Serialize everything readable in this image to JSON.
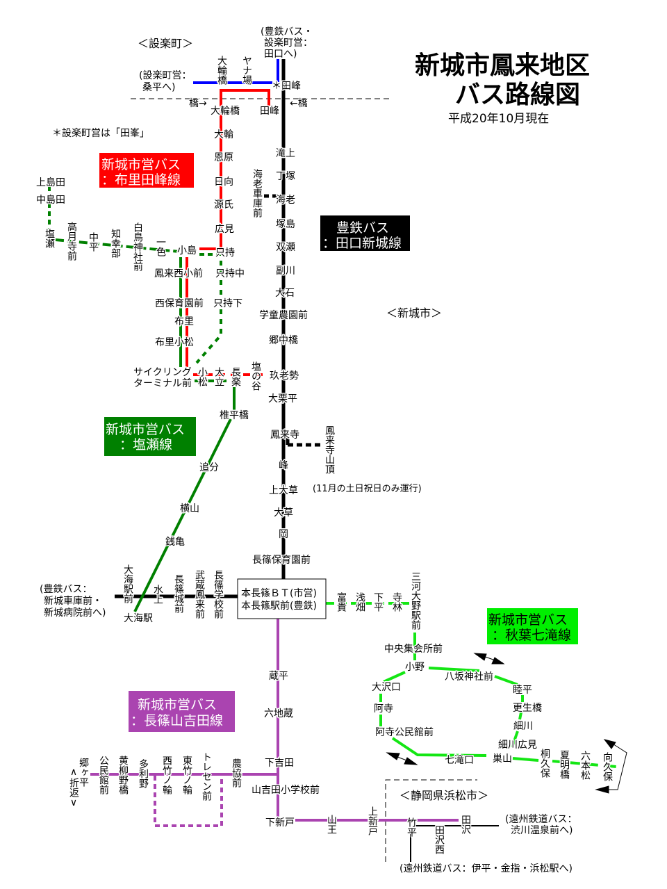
{
  "title": {
    "line1": "新城市鳳来地区",
    "line2": "バス路線図",
    "date": "平成20年10月現在"
  },
  "routes": {
    "nunori": {
      "line1": "新城市営バス",
      "line2": "：布里田峰線",
      "color": "#ff0000"
    },
    "toyotetsu": {
      "line1": "豊鉄バス",
      "line2": "：田口新城線",
      "color": "#000000"
    },
    "shiose": {
      "line1": "新城市営バス",
      "line2": "：塩瀬線",
      "color": "#008000"
    },
    "akiba": {
      "line1": "新城市営バス",
      "line2": "：秋葉七滝線",
      "color": "#00ee00"
    },
    "nagashino": {
      "line1": "新城市営バス",
      "line2": "：長篠山吉田線",
      "color": "#aa44b0"
    },
    "shitara": {
      "color": "#0000ff"
    }
  },
  "hub": {
    "line1": "本長篠ＢＴ(市営)",
    "line2": "本長篠駅前(豊鉄)"
  },
  "labels": {
    "shitara_town": "＜設楽町＞",
    "shinshiro_city": "＜新城市＞",
    "hamamatsu": "＜静岡県浜松市＞",
    "to_kuwahira1": "(設楽町営：",
    "to_kuwahira2": "桑平へ)",
    "to_taguchi1": "(豊鉄バス・",
    "to_taguchi2": "設楽町営：",
    "to_taguchi3": "田口へ)",
    "tamine_top": "＊田峰",
    "bridge_l": "橋→",
    "bridge_r": "←橋",
    "owabashi": "大輪橋",
    "tamine": "田峰",
    "note_tamine": "＊設楽町営は「田峯」",
    "owabashi_v": "大輪橋",
    "yanaba": "ヤナ場",
    "owa": "大輪",
    "onbara": "恩原",
    "hinata": "日向",
    "genji": "源氏",
    "hiromi": "広見",
    "takiue": "滝上",
    "chozuka": "丁塚",
    "ebi": "海老",
    "tsukajima": "塚島",
    "narase": "双瀬",
    "soegawa": "副川",
    "oishi": "大石",
    "gakudo": "学童農園前",
    "gochubashi": "郷中橋",
    "ebi_garage": "海老車庫前",
    "kamishimada": "上島田",
    "nakashimada": "中島田",
    "shiose": "塩瀬",
    "kozukiji": "高月寺前",
    "nakadaira": "中平",
    "chikobe": "知幸部",
    "shiratori": "白鳥神社前",
    "isshiki": "一色",
    "kojima": "小島",
    "tadamochi": "只持",
    "horainishi": "鳳来西小前",
    "tadamochi_naka": "只持中",
    "nishihoiku": "西保育園前",
    "tadamochi_shimo": "只持下",
    "nunori": "布里",
    "nunori_komatsu": "布里小松",
    "cycling1": "サイクリング",
    "cycling2": "ターミナル前",
    "komatsu": "小松",
    "odachi": "大立",
    "nagara": "長楽",
    "shionotani": "塩の谷",
    "kuroze": "玖老勢",
    "ogurudaira": "大栗平",
    "shiidaira": "椎平橋",
    "horaiji": "鳳来寺",
    "horaiji_summit": "鳳来寺山頂",
    "mine": "峰",
    "kamiokusa": "上大草",
    "nov_note": "(11月の土日祝日のみ運行)",
    "okusa": "大草",
    "oka": "岡",
    "nagashino_hoiku": "長篠保育園前",
    "oiwake": "追分",
    "yokoyama": "横山",
    "zenigame": "銭亀",
    "to_shinshiro1": "(豊鉄バス：",
    "to_shinshiro2": "新城車庫前・",
    "to_shinshiro3": "新城病院前へ)",
    "omi_eki_mae": "大海駅前",
    "omi_eki": "大海駅",
    "minakami": "水上",
    "nagashinojo": "長篠城前",
    "musashi": "武蔵鳳来前",
    "nagashino_gakko": "長篠学校前",
    "fuki": "富貴",
    "asahata": "浅畑",
    "shimodaira": "下平",
    "terabayashi": "寺林",
    "mikawaono": "三河大野駅前",
    "chuo": "中央集会所前",
    "ono": "小野",
    "yasaka": "八坂神社前",
    "osawaguchi": "大沢口",
    "mutsudaira": "睦平",
    "adera": "阿寺",
    "koseibashi": "更生橋",
    "hosokawa": "細川",
    "adera_kominkan": "阿寺公民館前",
    "hosokawa_hiromi": "細川広見",
    "nanatakiguchi": "七滝口",
    "suyama": "巣山",
    "tokubo": "桐久保",
    "natsuake": "夏明橋",
    "roppon": "六本松",
    "mukaikubo": "向久保",
    "kuradaira": "蔵平",
    "rokujizo": "六地蔵",
    "shimoyoshida": "下吉田",
    "yamayoshida_school": "山吉田小学校前",
    "shimoshindo": "下新戸",
    "gogadaira": "郷ヶ平",
    "turnback": "∧折返∨",
    "kominkan": "公民館前",
    "tsugeno": "黄柳野橋",
    "tarino": "多利野",
    "nishitakenowa": "西竹ノ輪",
    "higashitakenowa": "東竹ノ輪",
    "toresen": "トレセン前",
    "nokyo": "農協前",
    "sanno": "山王",
    "kamishindo": "上新戸",
    "takehira": "竹平",
    "tazawa": "田沢",
    "tazawanishi": "田沢西",
    "to_shibukawa1": "(遠州鉄道バス：",
    "to_shibukawa2": "渋川温泉前へ)",
    "to_hamamatsu": "(遠州鉄道バス：伊平・金指・浜松駅へ)"
  }
}
